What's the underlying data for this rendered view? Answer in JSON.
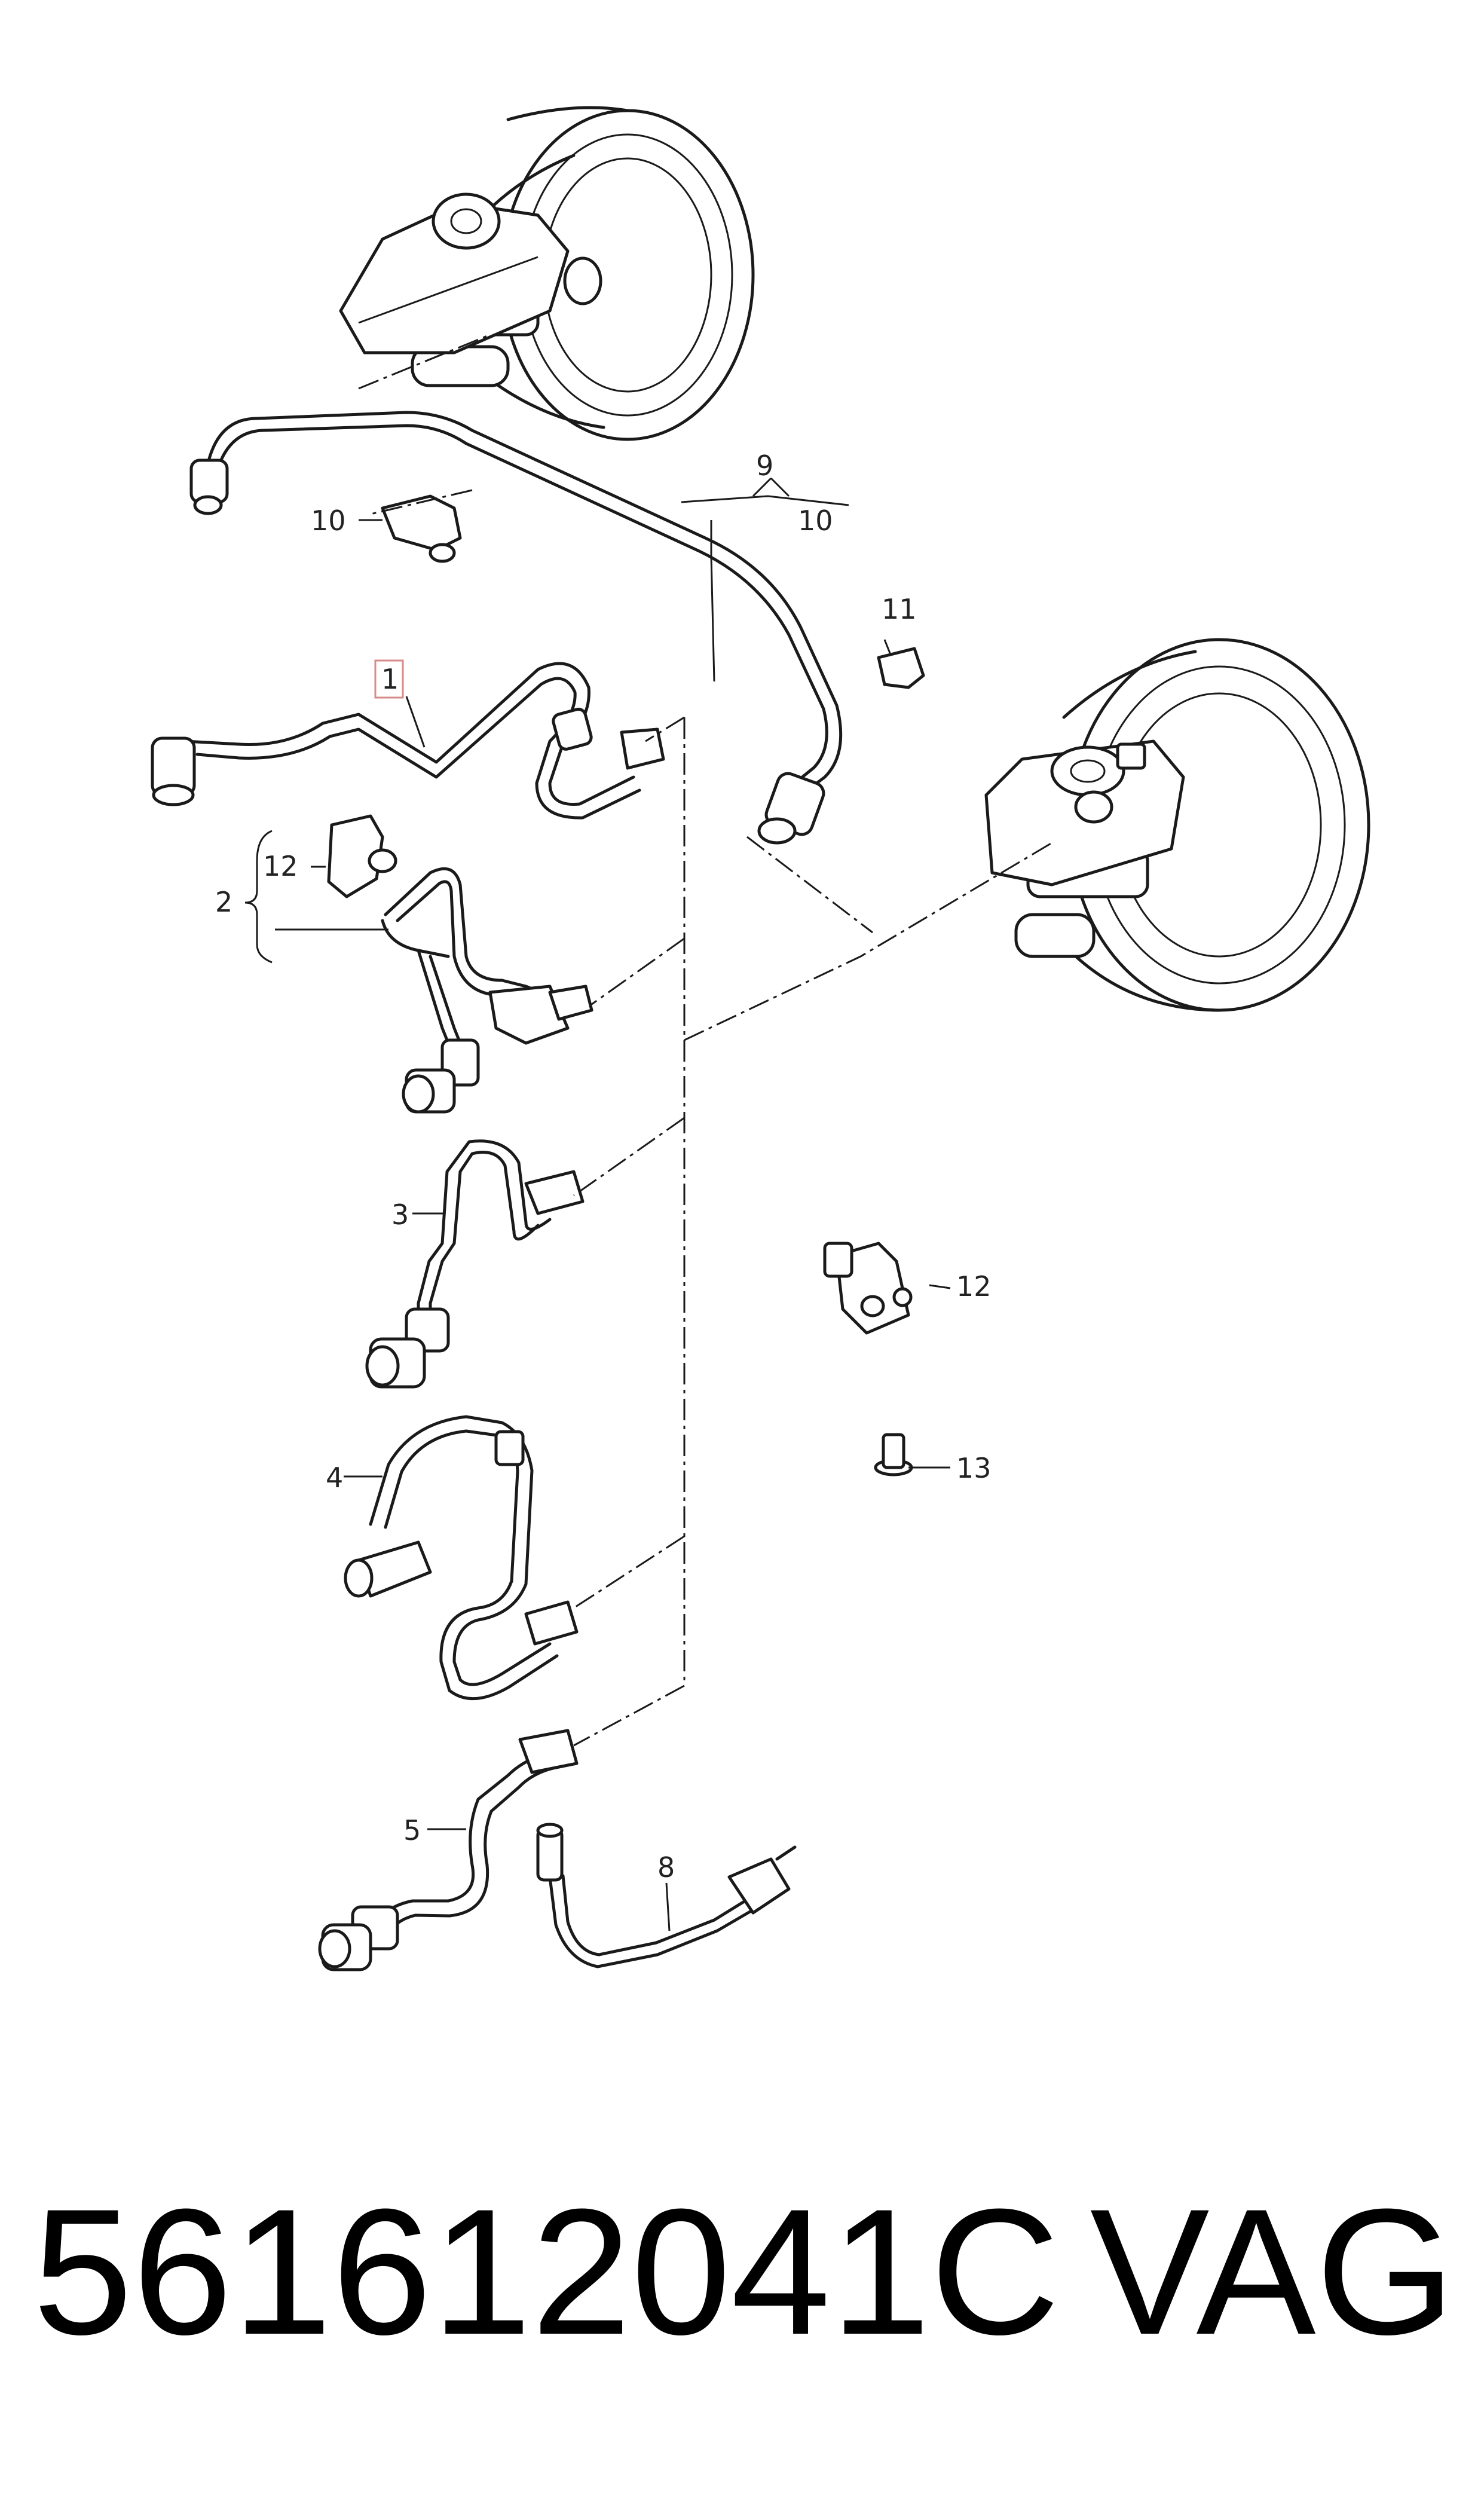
{
  "labels": {
    "part1": "1",
    "part2": "2",
    "part3": "3",
    "part4": "4",
    "part5": "5",
    "part8": "8",
    "part9": "9",
    "part10_top": "10",
    "part10_group": "10",
    "part11": "11",
    "part12_group": "12",
    "part12_right": "12",
    "part13": "13"
  },
  "caption": {
    "part_number": "561612041C",
    "brand": "VAG"
  },
  "colors": {
    "line": "#1a1a1a",
    "highlight_box": "#d88a8a",
    "background": "#ffffff"
  }
}
